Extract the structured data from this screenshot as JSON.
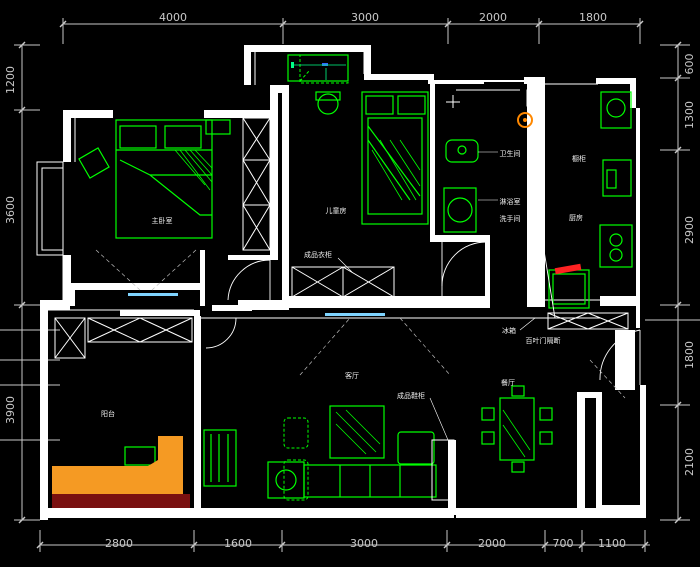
{
  "dimensions": {
    "top": [
      "4000",
      "3000",
      "2000",
      "1800"
    ],
    "bottom": [
      "2800",
      "1600",
      "3000",
      "2000",
      "700",
      "1100"
    ],
    "left": [
      "1200",
      "3600",
      "3900"
    ],
    "right": [
      "600",
      "1300",
      "2900",
      "1800",
      "2100"
    ]
  },
  "rooms": {
    "master_bedroom": "主卧室",
    "kids_room": "儿童房",
    "bathroom": "卫生间",
    "shower_room": "淋浴室",
    "washbasin": "洗手间",
    "kitchen": "厨房",
    "cabinet": "橱柜",
    "balcony": "阳台",
    "living_room": "客厅",
    "dining": "餐厅",
    "finished_tv_cabinet": "成品衣柜",
    "finished_shoe_cabinet": "成品鞋柜",
    "partition_door": "百叶门隔断",
    "fridge": "冰箱"
  },
  "colors": {
    "background": "#000000",
    "wall": "#ffffff",
    "furniture": "#00ff00",
    "dimension": "#c8c8c8",
    "balcony_counter": "#f59a23",
    "balcony_base": "#7a1010"
  }
}
